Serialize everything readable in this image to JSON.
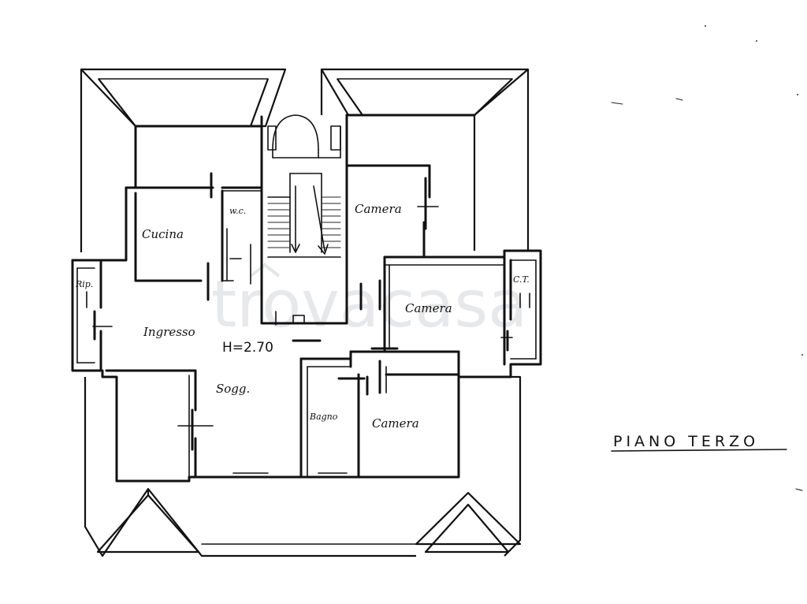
{
  "plan": {
    "title": "PIANO TERZO",
    "height_note": "H=2.70",
    "watermark": "trovacasa"
  },
  "rooms": {
    "cucina": "Cucina",
    "wc": "w.c.",
    "camera_top": "Camera",
    "ripostiglio": "Rip.",
    "ingresso": "Ingresso",
    "camera_right": "Camera",
    "ct": "C.T.",
    "soggiorno": "Sogg.",
    "bagno": "Bagno",
    "camera_bottom": "Camera"
  }
}
